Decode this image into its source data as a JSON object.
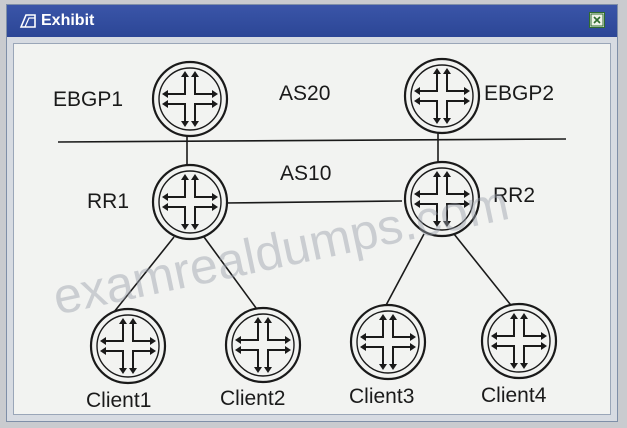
{
  "window": {
    "title": "Exhibit",
    "title_icon": "exhibit-icon",
    "close_icon": "close-icon"
  },
  "diagram": {
    "labels": {
      "ebgp1": "EBGP1",
      "ebgp2": "EBGP2",
      "as20": "AS20",
      "as10": "AS10",
      "rr1": "RR1",
      "rr2": "RR2",
      "client1": "Client1",
      "client2": "Client2",
      "client3": "Client3",
      "client4": "Client4"
    },
    "node_icon": "router-icon"
  },
  "watermark": "examrealdumps.com",
  "colors": {
    "titlebar": "#2c4696",
    "line": "#1a1a1a",
    "background": "#f2f3f1"
  }
}
